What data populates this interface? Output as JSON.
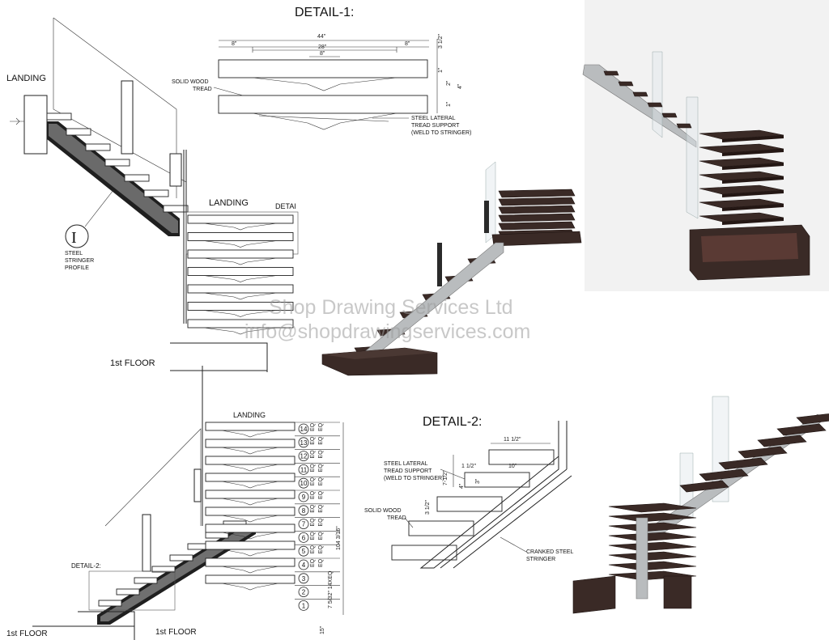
{
  "titles": {
    "detail1": "DETAIL-1:",
    "detail2": "DETAIL-2:"
  },
  "labels": {
    "landing_top_left": "LANDING",
    "landing_mid": "LANDING",
    "landing_bottom": "LANDING",
    "detai_cut": "DETAI",
    "first_floor_mid": "1st FLOOR",
    "first_floor_bottom_left": "1st FLOOR",
    "first_floor_bottom_right": "1st FLOOR",
    "stringer_profile": [
      "STEEL",
      "STRINGER",
      "PROFILE"
    ],
    "solid_wood_tread_1": [
      "SOLID WOOD",
      "TREAD"
    ],
    "steel_lateral_1": [
      "STEEL LATERAL",
      "TREAD SUPPORT",
      "(WELD TO STRINGER)"
    ],
    "steel_lateral_2": [
      "STEEL LATERAL",
      "TREAD SUPPORT",
      "(WELD TO STRINGER)"
    ],
    "solid_wood_tread_2": [
      "SOLID WOOD",
      "TREAD"
    ],
    "cranked_stringer": [
      "CRANKED STEEL",
      "STRINGER"
    ],
    "detail2_ref": "DETAIL-2:"
  },
  "detail1_dims": {
    "overall": "44\"",
    "left": "8\"",
    "right": "8\"",
    "mid": "28\"",
    "center": "8\"",
    "thick": "3 1/2\"",
    "a": "1\"",
    "b": "2\"",
    "c": "4\"",
    "d": "1\""
  },
  "detail2_dims": {
    "top": "11 1/2\"",
    "a": "1 1/2\"",
    "b": "10\"",
    "riser": "7-1/2\"",
    "c": "4\"",
    "d": "3\"",
    "e": "3 1/2\""
  },
  "elevation": {
    "steps": [
      "14",
      "13",
      "12",
      "11",
      "10",
      "9",
      "8",
      "7",
      "6",
      "5",
      "4",
      "3",
      "2",
      "1"
    ],
    "eq_label": "EQ",
    "rise_total": "104 3/16\"",
    "rise_each": "7 5/32\" 14XEQ",
    "floor_gap": "15\""
  },
  "watermark": {
    "line1": "Shop Drawing Services Ltd",
    "line2": "info@shopdrawingservices.com"
  }
}
